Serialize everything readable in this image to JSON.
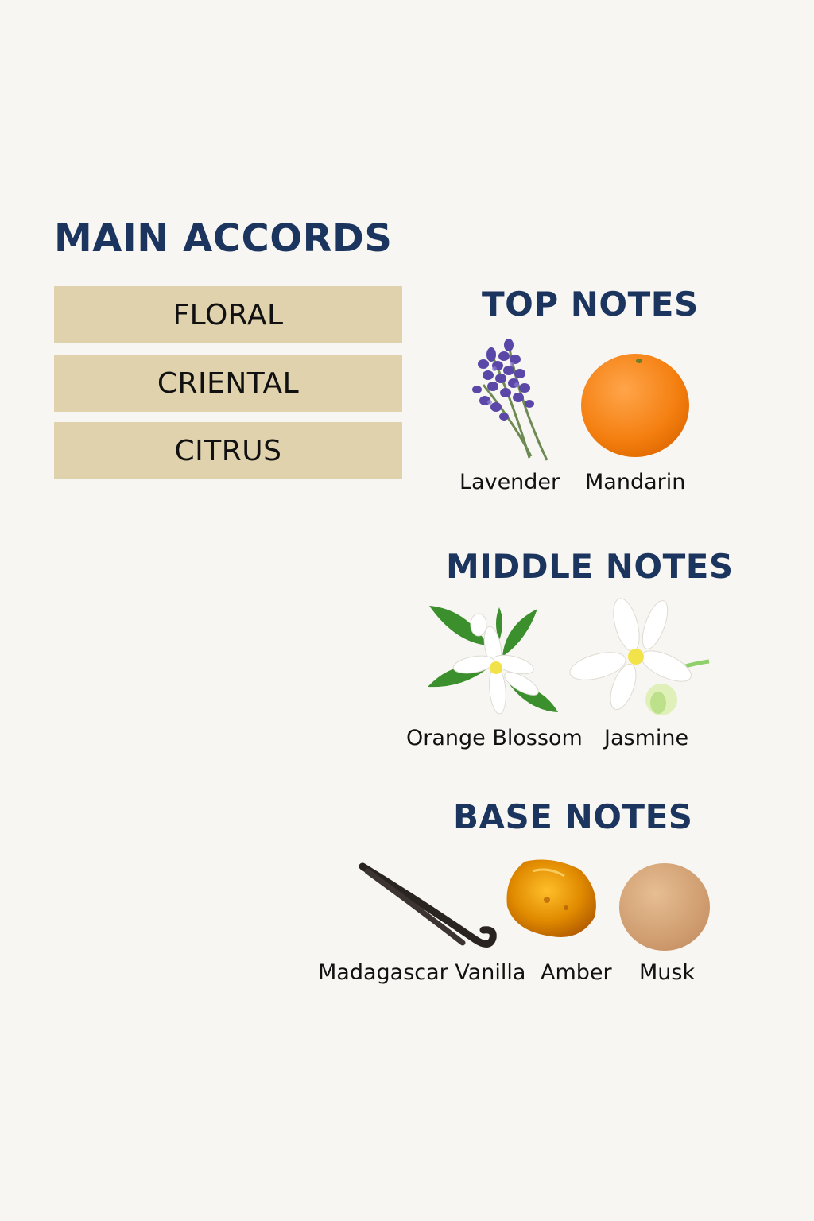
{
  "main_accords": {
    "title": "MAIN ACCORDS",
    "items": [
      "FLORAL",
      "CRIENTAL",
      "CITRUS"
    ]
  },
  "top_notes": {
    "title": "TOP NOTES",
    "items": [
      {
        "label": "Lavender",
        "icon": "lavender-icon"
      },
      {
        "label": "Mandarin",
        "icon": "mandarin-icon"
      }
    ]
  },
  "middle_notes": {
    "title": "MIDDLE NOTES",
    "items": [
      {
        "label": "Orange Blossom",
        "icon": "orange-blossom-icon"
      },
      {
        "label": "Jasmine",
        "icon": "jasmine-icon"
      }
    ]
  },
  "base_notes": {
    "title": "BASE NOTES",
    "items": [
      {
        "label": "Madagascar Vanilla",
        "icon": "vanilla-icon"
      },
      {
        "label": "Amber",
        "icon": "amber-icon"
      },
      {
        "label": "Musk",
        "icon": "musk-icon"
      }
    ]
  },
  "colors": {
    "background": "#f8f6f2",
    "heading": "#1b355f",
    "accord_bar": "#e1d2ae"
  }
}
